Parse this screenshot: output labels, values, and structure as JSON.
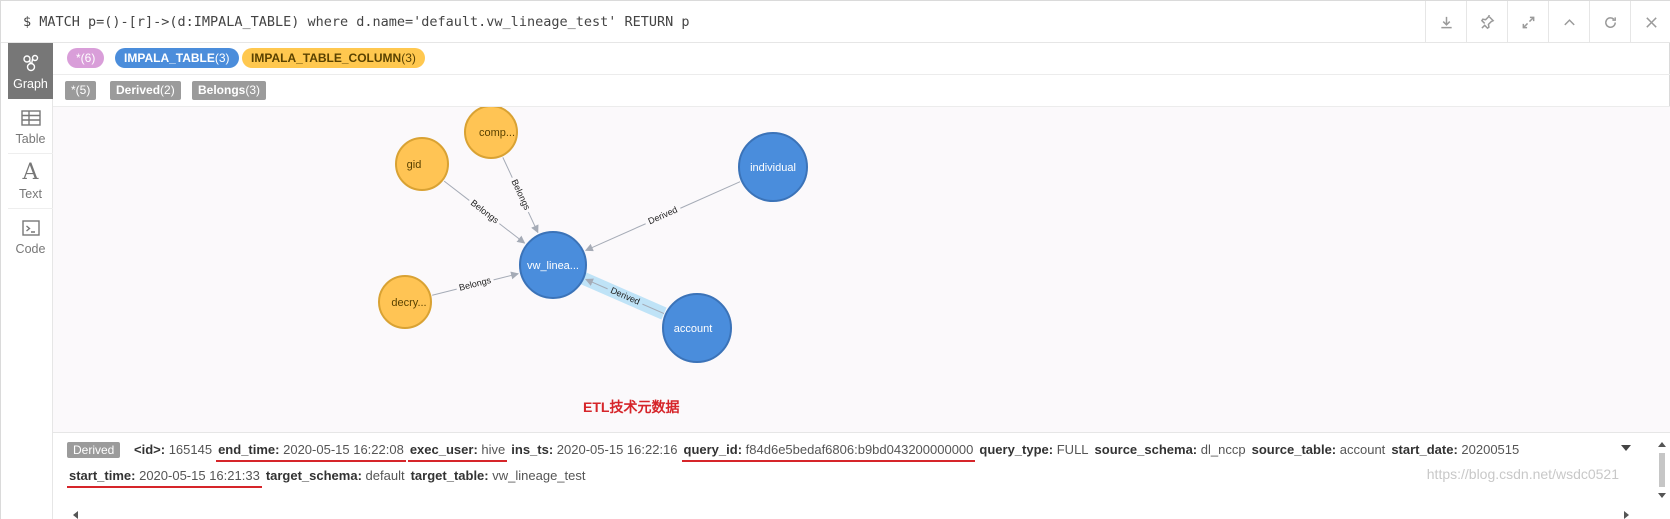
{
  "query": {
    "prompt": "$",
    "text": "MATCH p=()-[r]->(d:IMPALA_TABLE) where d.name='default.vw_lineage_test' RETURN p"
  },
  "header_actions": [
    {
      "name": "download-icon"
    },
    {
      "name": "pin-icon"
    },
    {
      "name": "expand-icon"
    },
    {
      "name": "collapse-up-icon"
    },
    {
      "name": "rerun-icon"
    },
    {
      "name": "close-icon"
    }
  ],
  "views": [
    {
      "id": "graph",
      "label": "Graph",
      "icon": "graph-icon",
      "active": true
    },
    {
      "id": "table",
      "label": "Table",
      "icon": "table-icon",
      "active": false
    },
    {
      "id": "text",
      "label": "Text",
      "icon": "text-icon",
      "active": false
    },
    {
      "id": "code",
      "label": "Code",
      "icon": "code-icon",
      "active": false
    }
  ],
  "node_labels": {
    "all": {
      "name": "*",
      "count": "(6)"
    },
    "impala_table": {
      "name": "IMPALA_TABLE",
      "count": "(3)"
    },
    "impala_table_column": {
      "name": "IMPALA_TABLE_COLUMN",
      "count": "(3)"
    }
  },
  "relationship_types": {
    "all": {
      "name": "*",
      "count": "(5)"
    },
    "derived": {
      "name": "Derived",
      "count": "(2)"
    },
    "belongs": {
      "name": "Belongs",
      "count": "(3)"
    }
  },
  "colors": {
    "table_node": "#4a8ddc",
    "table_node_border": "#3b73b8",
    "column_node": "#ffc454",
    "column_node_border": "#d9a233",
    "selected_halo": "#bfe3f7",
    "annotation_red": "#d6252a"
  },
  "graph": {
    "nodes": [
      {
        "id": "vw",
        "label": "vw_linea...",
        "type": "IMPALA_TABLE"
      },
      {
        "id": "individual",
        "label": "individual",
        "type": "IMPALA_TABLE"
      },
      {
        "id": "account",
        "label": "account",
        "type": "IMPALA_TABLE"
      },
      {
        "id": "gid",
        "label": "gid",
        "type": "IMPALA_TABLE_COLUMN"
      },
      {
        "id": "comp",
        "label": "comp...",
        "type": "IMPALA_TABLE_COLUMN"
      },
      {
        "id": "decry",
        "label": "decry...",
        "type": "IMPALA_TABLE_COLUMN"
      }
    ],
    "relationships": [
      {
        "from": "gid",
        "to": "vw",
        "type": "Belongs"
      },
      {
        "from": "comp",
        "to": "vw",
        "type": "Belongs"
      },
      {
        "from": "decry",
        "to": "vw",
        "type": "Belongs"
      },
      {
        "from": "individual",
        "to": "vw",
        "type": "Derived"
      },
      {
        "from": "account",
        "to": "vw",
        "type": "Derived",
        "selected": true
      }
    ]
  },
  "annotation": "ETL技术元数据",
  "inspector": {
    "type_badge": "Derived",
    "line1": [
      {
        "key": "<id>:",
        "value": "165145",
        "highlight": false
      },
      {
        "key": "end_time:",
        "value": "2020-05-15 16:22:08",
        "highlight": true
      },
      {
        "key": "exec_user:",
        "value": "hive",
        "highlight": true
      },
      {
        "key": "ins_ts:",
        "value": "2020-05-15 16:22:16",
        "highlight": false
      },
      {
        "key": "query_id:",
        "value": "f84d6e5bedaf6806:b9bd043200000000",
        "highlight": true
      },
      {
        "key": "query_type:",
        "value": "FULL",
        "highlight": false
      },
      {
        "key": "source_schema:",
        "value": "dl_nccp",
        "highlight": false
      },
      {
        "key": "source_table:",
        "value": "account",
        "highlight": false
      },
      {
        "key": "start_date:",
        "value": "20200515",
        "highlight": false
      }
    ],
    "line2": [
      {
        "key": "start_time:",
        "value": "2020-05-15 16:21:33",
        "highlight": true
      },
      {
        "key": "target_schema:",
        "value": "default",
        "highlight": false
      },
      {
        "key": "target_table:",
        "value": "vw_lineage_test",
        "highlight": false
      }
    ]
  },
  "watermark": "https://blog.csdn.net/wsdc0521"
}
